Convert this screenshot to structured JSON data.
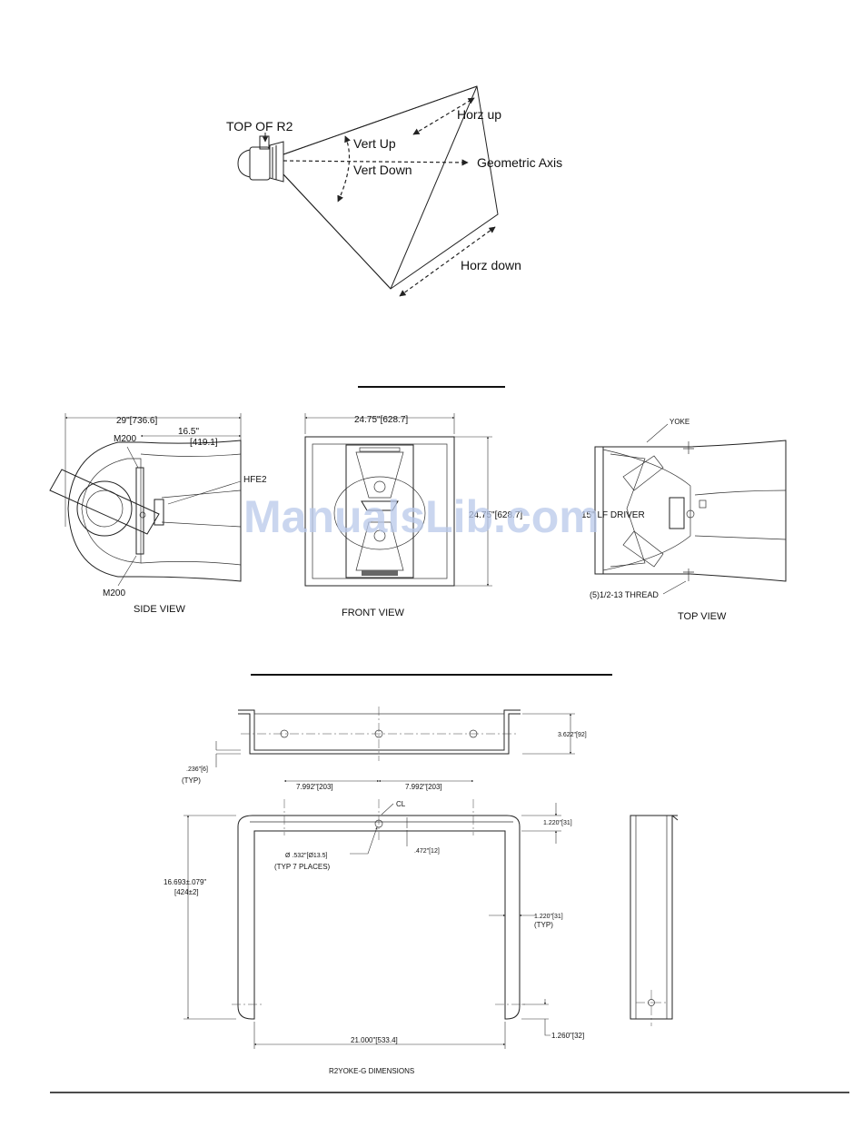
{
  "coverage": {
    "top_label": "TOP OF R2",
    "vert_up": "Vert Up",
    "vert_down": "Vert Down",
    "geometric_axis": "Geometric Axis",
    "horz_up": "Horz up",
    "horz_down": "Horz down"
  },
  "views": {
    "side": {
      "caption": "SIDE VIEW",
      "width_dim": "29\"[736.6]",
      "depth_dim": "16.5\"",
      "depth_dim_mm": "[419.1]",
      "m200_top": "M200",
      "m200_bottom": "M200",
      "hfe2": "HFE2"
    },
    "front": {
      "caption": "FRONT VIEW",
      "width_dim": "24.75\"[628.7]",
      "height_dim": "24.75\"[628.7]"
    },
    "top": {
      "caption": "TOP VIEW",
      "yoke": "YOKE",
      "lf_driver": "15\" LF DRIVER",
      "thread": "(5)1/2-13 THREAD"
    }
  },
  "yoke": {
    "caption": "R2YOKE-G DIMENSIONS",
    "dim_height_plan": "3.622\"[92]",
    "dim_thickness": ".236\"[6]",
    "dim_thickness_typ": "(TYP)",
    "dim_spacing_left": "7.992\"[203]",
    "dim_spacing_right": "7.992\"[203]",
    "cl": "CL",
    "dim_flange_top": "1.220\"[31]",
    "dim_hole_offset": ".472\"[12]",
    "dim_hole": "Ø .532\"[Ø13.5]",
    "dim_hole_typ": "(TYP 7 PLACES)",
    "dim_height": "16.693±.079\"",
    "dim_height_mm": "[424±2]",
    "dim_arm_width": "1.220\"[31]",
    "dim_arm_typ": "(TYP)",
    "dim_width": "21.000\"[533.4]",
    "dim_bottom": "1.260\"[32]"
  },
  "watermark": "ManualsLib.com"
}
